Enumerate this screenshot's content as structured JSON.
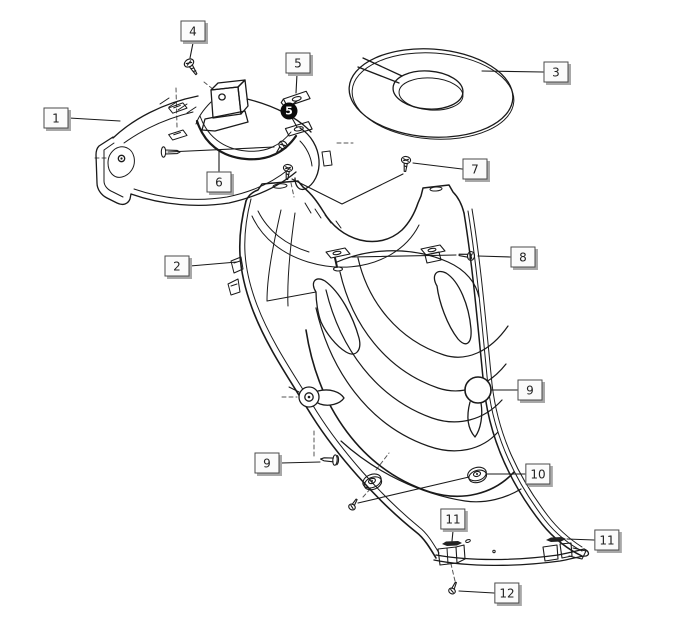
{
  "diagram": {
    "background_color": "#ffffff",
    "line_color": "#1a1a1a",
    "callout_box_bg": "#fbfbfb",
    "callout_box_border": "#4a4a4a",
    "callout_box_shadow": "#a8a8a8",
    "callout_bubble_bg": "#0a0a0a",
    "callout_bubble_text": "#ffffff"
  },
  "callouts": {
    "c1": {
      "label": "1"
    },
    "c2": {
      "label": "2"
    },
    "c3": {
      "label": "3"
    },
    "c4": {
      "label": "4"
    },
    "c5": {
      "label": "5"
    },
    "c5_bubble": {
      "label": "5"
    },
    "c6": {
      "label": "6"
    },
    "c7": {
      "label": "7"
    },
    "c8": {
      "label": "8"
    },
    "c9_upper": {
      "label": "9"
    },
    "c9_lower": {
      "label": "9"
    },
    "c10": {
      "label": "10"
    },
    "c11_left": {
      "label": "11"
    },
    "c11_right": {
      "label": "11"
    },
    "c12": {
      "label": "12"
    }
  }
}
